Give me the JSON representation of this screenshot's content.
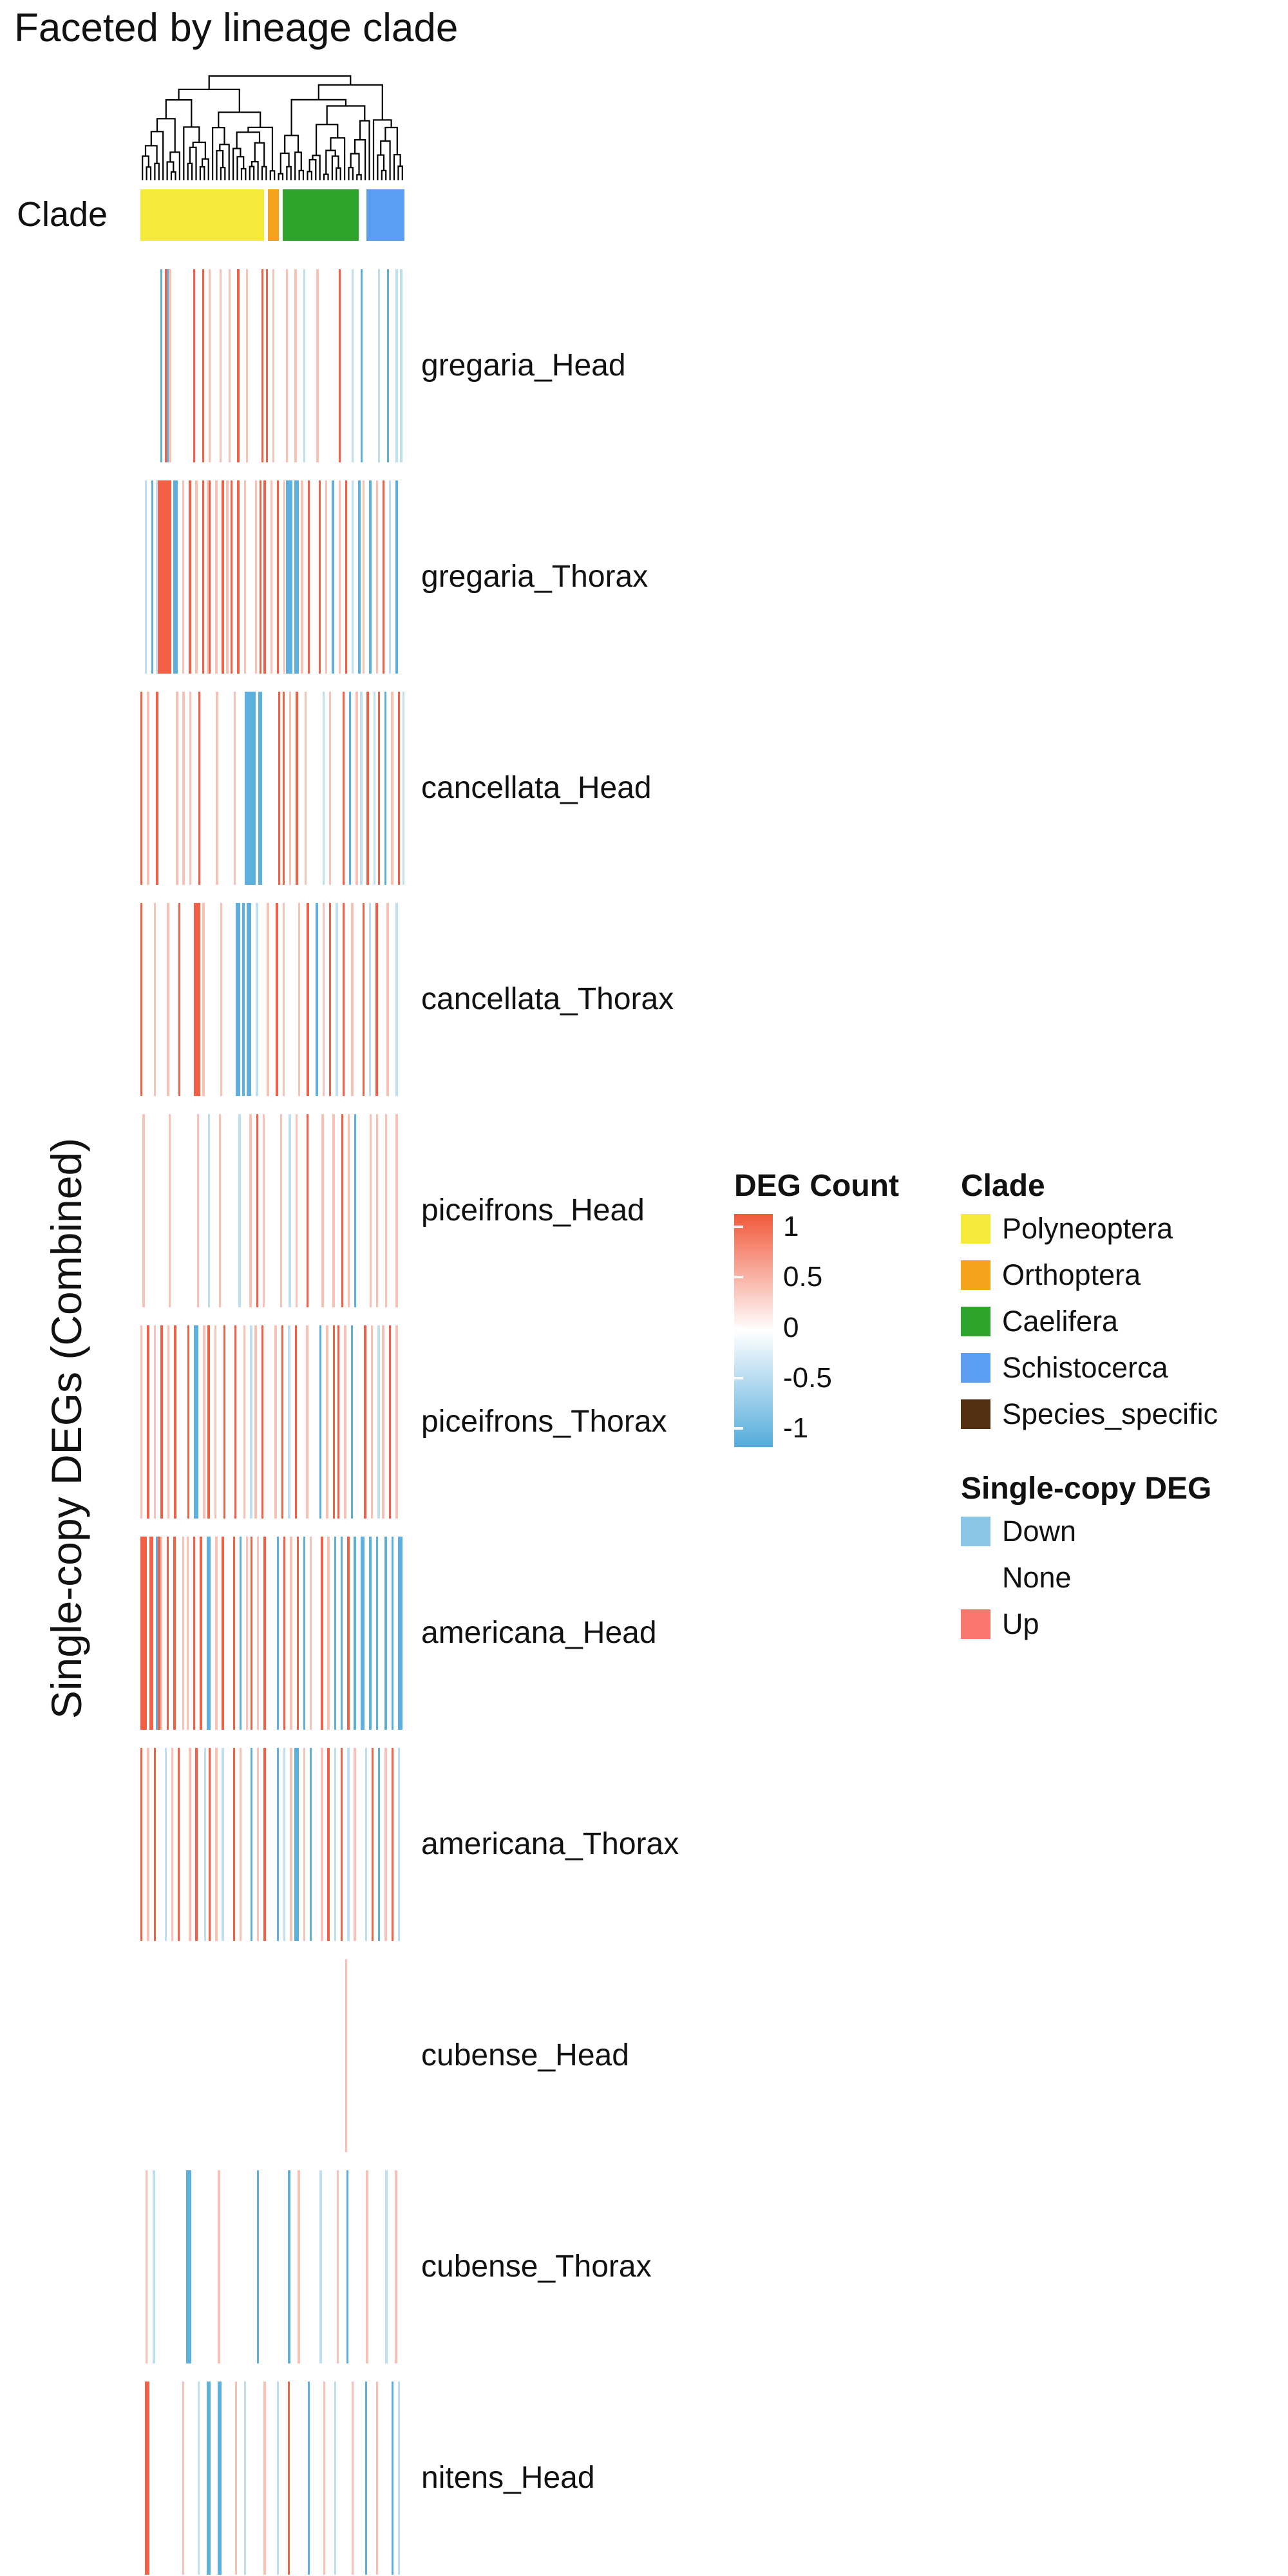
{
  "chart_data": {
    "type": "heatmap",
    "title": "Faceted by lineage clade",
    "ylabel": "Single-copy DEGs (Combined)",
    "row_annotation_label": "Clade",
    "legend_position": "right",
    "n_columns": 120,
    "palette": {
      "up": "#F1593B",
      "down": "#54ACDB",
      "none": "#FFFFFF",
      "dendrogram": "#000000"
    },
    "cell_key": {
      "U": "up_strong",
      "u": "up_light",
      "D": "down_strong",
      "d": "down_light",
      ".": "none"
    },
    "clade_segments": [
      {
        "label": "Polyneoptera",
        "color": "#F6EB3B",
        "start": 0.0,
        "end": 0.468
      },
      {
        "label": "Orthoptera",
        "color": "#F5A31B",
        "start": 0.484,
        "end": 0.525
      },
      {
        "label": "Caelifera",
        "color": "#2FA42D",
        "start": 0.54,
        "end": 0.828
      },
      {
        "label": "Schistocerca",
        "color": "#5C9EF2",
        "start": 0.855,
        "end": 1.0
      }
    ],
    "facets": [
      {
        "label": "gregaria_Head",
        "cells": ".........D.UDu..........U...U..u....u...u...U...u......U.U..u.....u...u...d.....u.........U.....d...D.......d...D...d.d."
      },
      {
        "label": "gregaria_Thorax",
        "cells": "..d..D.dUUUUUU.DD..u..U..u..U.uU..u..U.u.U..U..u....u.U.U..u..U..uDDD.DD.u..U....U..u..D..u..U..d..D.u..D..u..U..d..D..."
      },
      {
        "label": "cancellata_Head",
        "cells": "U..u...U........u..u..u...U.......u.......u....DDDDD.DD.......U.U..u..U...u.......d..u.....U..D..u.d..U..d.U..D..u..U.d"
      },
      {
        "label": "cancellata_Thorax",
        "cells": "U.....u.....u....U......UUU.u.......u......DD.D.DD..d....u...U..u......u...U...D..u..U..d..U...u....U..d..U....u...d..."
      },
      {
        "label": "piceifrons_Head",
        "cells": ".u...........u............u....d....u........d....u..U..u.......u...d..u....U......u....u...U..u..D......u..u...u....u..."
      },
      {
        "label": "piceifrons_Thorax",
        "cells": "u..U..u..U..u..U.....U..DD..u.U..u...U....U...u..d.u..U.....u..U..d..U....u.....D..u..U.U..u..D.....U..u..d.u..U..u..."
      },
      {
        "label": "americana_Head",
        "cells": "UUU.UU.DUu..U..U...u.u..U..U..DD..u..U....U..D..u.U..u..U.....D..U..u..U..D..u....U..u..D..D..U..D..DD..D..D...D..D..DD."
      },
      {
        "label": "americana_Thorax",
        "cells": "U..u..U....d..u..U....u..U...d.U..u..d....U..u....D..u..U.....D..d..u.DD..u..D....u..U..d..U..d..u....d..U..D..u..U..d.."
      },
      {
        "label": "cubense_Head",
        "cells": ".............................................................................................u.........................."
      },
      {
        "label": "cubense_Thorax",
        "cells": "..u..d.............DD...........u...............D............D...u........d......u...D.......u.......d...u..."
      },
      {
        "label": "nitens_Head",
        "cells": "..UU...............u......d...DD...DD......u...d........u.....d....U........D......u....d.......u.....D....u......D..d.."
      }
    ],
    "legends": {
      "deg_count": {
        "title": "DEG Count",
        "tick_labels": [
          "1",
          "0.5",
          "0",
          "-0.5",
          "-1"
        ],
        "tick_values": [
          1,
          0.5,
          0,
          -0.5,
          -1
        ],
        "gradient": [
          "#F1593B",
          "#FFFFFF",
          "#54ACDB"
        ]
      },
      "clade": {
        "title": "Clade",
        "items": [
          {
            "label": "Polyneoptera",
            "color": "#F6EB3B"
          },
          {
            "label": "Orthoptera",
            "color": "#F5A31B"
          },
          {
            "label": "Caelifera",
            "color": "#2FA42D"
          },
          {
            "label": "Schistocerca",
            "color": "#5C9EF2"
          },
          {
            "label": "Species_specific",
            "color": "#512F10"
          }
        ]
      },
      "single_copy": {
        "title": "Single-copy DEG",
        "items": [
          {
            "label": "Down",
            "color": "#8AC6E6"
          },
          {
            "label": "None",
            "color": "#FFFFFF"
          },
          {
            "label": "Up",
            "color": "#F8766D"
          }
        ]
      }
    }
  }
}
